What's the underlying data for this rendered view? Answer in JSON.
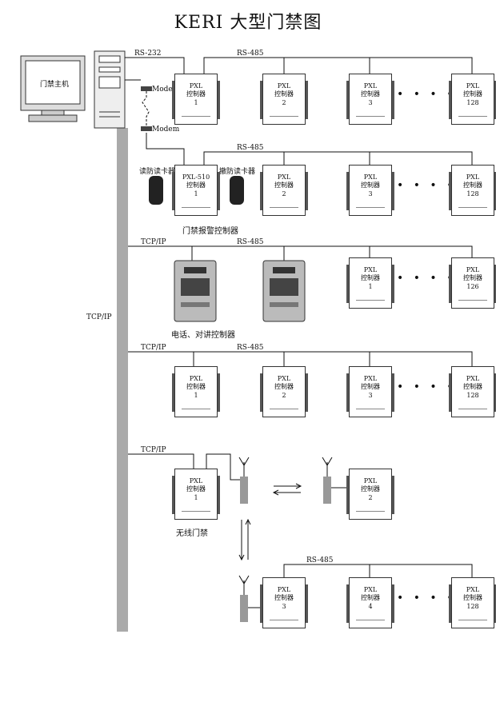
{
  "title": "KERI 大型门禁图",
  "host_screen_label": "门禁主机",
  "backbone_label": "TCP/IP",
  "rs232": "RS-232",
  "rs485": "RS-485",
  "tcpip": "TCP/IP",
  "modem": "Modem",
  "controller_model": "PXL",
  "controller_name": "控制器",
  "ellipsis": "• • • • •",
  "rows": {
    "r1": [
      "1",
      "2",
      "3",
      "128"
    ],
    "r2_first_model": "PXL-510",
    "r2": [
      "1",
      "2",
      "3",
      "128"
    ],
    "r3": [
      "1",
      "126"
    ],
    "r4": [
      "1",
      "2",
      "3",
      "128"
    ],
    "r5": [
      "1",
      "2"
    ],
    "r6": [
      "3",
      "4",
      "128"
    ]
  },
  "reader_in": "读防读卡器",
  "reader_out": "撤防读卡器",
  "alarm_caption": "门禁报警控制器",
  "intercom_caption": "电话、对讲控制器",
  "wireless_caption": "无线门禁"
}
